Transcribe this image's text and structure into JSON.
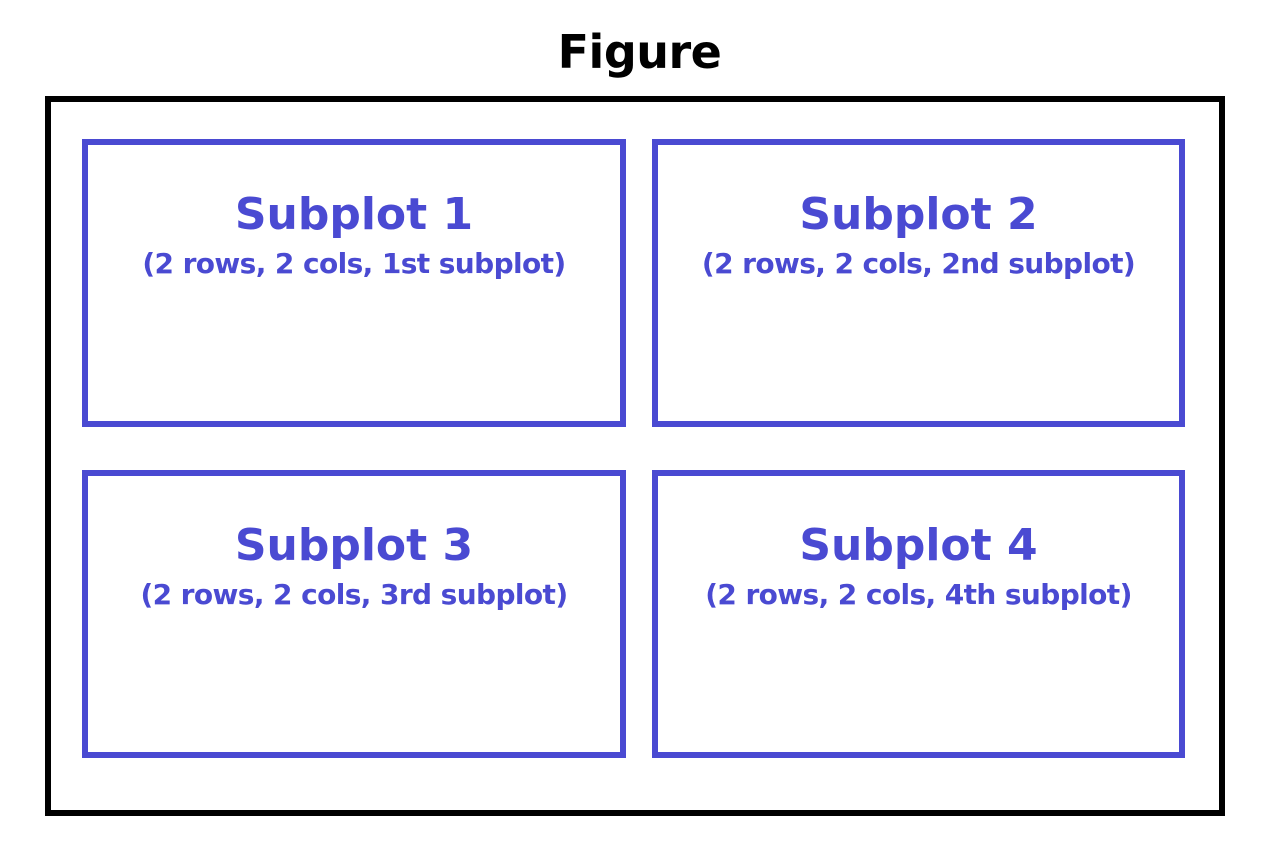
{
  "figure": {
    "title": "Figure"
  },
  "subplots": [
    {
      "title": "Subplot 1",
      "description": "(2 rows, 2 cols, 1st subplot)"
    },
    {
      "title": "Subplot 2",
      "description": "(2 rows, 2 cols, 2nd subplot)"
    },
    {
      "title": "Subplot 3",
      "description": "(2 rows, 2 cols, 3rd subplot)"
    },
    {
      "title": "Subplot 4",
      "description": "(2 rows, 2 cols, 4th subplot)"
    }
  ],
  "colors": {
    "figure_border": "#000000",
    "subplot_accent": "#4a4ad2",
    "background": "#ffffff"
  }
}
